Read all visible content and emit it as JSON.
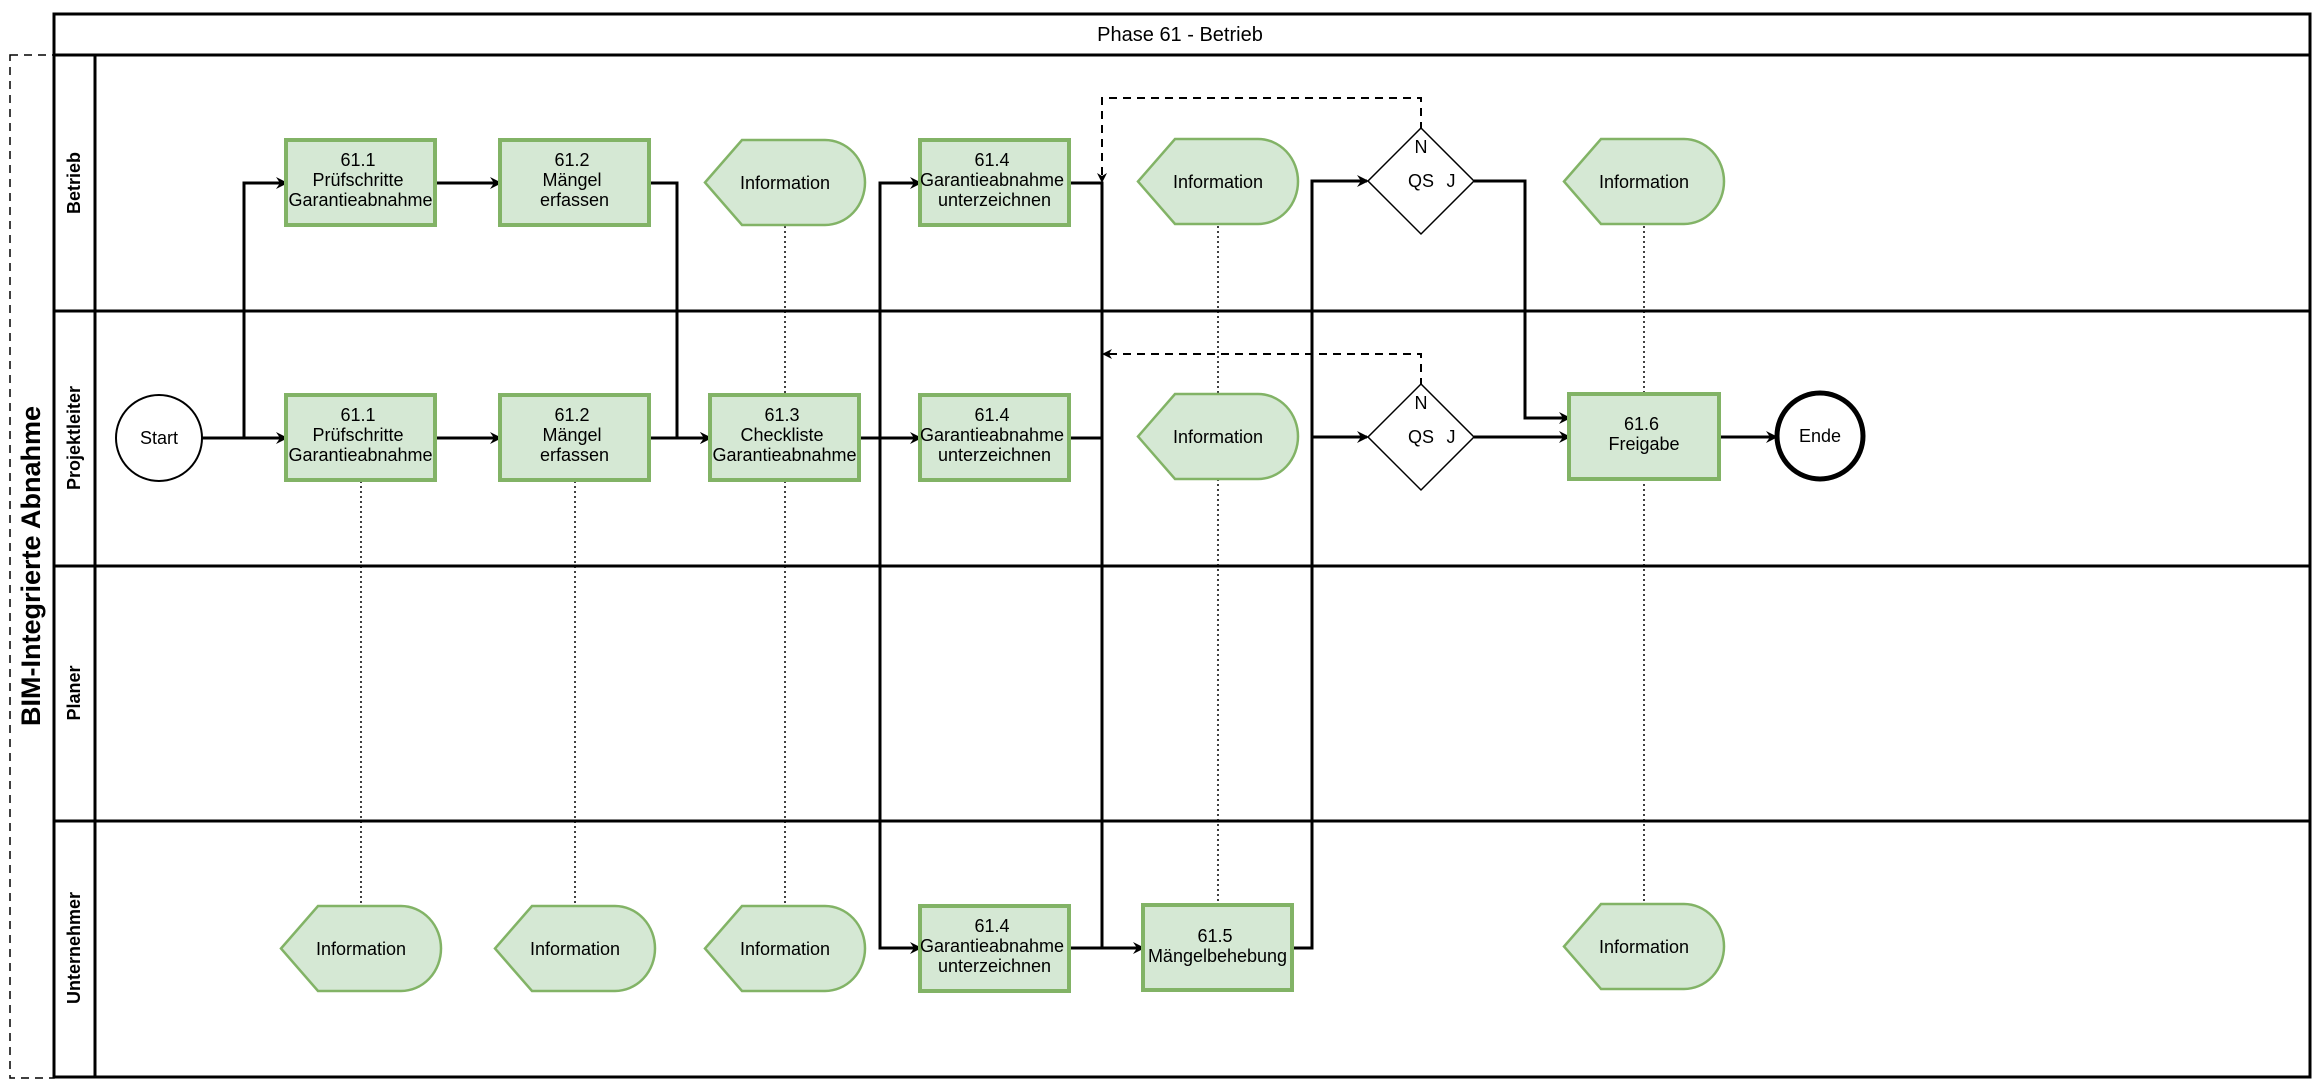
{
  "pool": {
    "label": "BIM-Integrierte Abnahme"
  },
  "phase": {
    "title": "Phase 61 - Betrieb"
  },
  "lanes": [
    {
      "id": "betrieb",
      "label": "Betrieb"
    },
    {
      "id": "projektleiter",
      "label": "Projektleiter"
    },
    {
      "id": "planer",
      "label": "Planer"
    },
    {
      "id": "unternehmer",
      "label": "Unternehmer"
    }
  ],
  "events": {
    "start": "Start",
    "end": "Ende"
  },
  "tasks": {
    "b_61_1": [
      "61.1",
      "Prüfschritte",
      "Garantieabnahme"
    ],
    "b_61_2": [
      "61.2",
      "Mängel",
      "erfassen"
    ],
    "b_61_4": [
      "61.4",
      "Garantieabnahme",
      "unterzeichnen"
    ],
    "p_61_1": [
      "61.1",
      "Prüfschritte",
      "Garantieabnahme"
    ],
    "p_61_2": [
      "61.2",
      "Mängel",
      "erfassen"
    ],
    "p_61_3": [
      "61.3",
      "Checkliste",
      "Garantieabnahme"
    ],
    "p_61_4": [
      "61.4",
      "Garantieabnahme",
      "unterzeichnen"
    ],
    "p_61_6": [
      "61.6",
      "Freigabe"
    ],
    "u_61_4": [
      "61.4",
      "Garantieabnahme",
      "unterzeichnen"
    ],
    "u_61_5": [
      "61.5",
      "Mängelbehebung"
    ]
  },
  "info_label": "Information",
  "gateway": {
    "label": "QS",
    "no": "N",
    "yes": "J"
  },
  "colors": {
    "task_fill": "#d5e8d4",
    "task_stroke": "#82b366",
    "line": "#000000",
    "background": "#ffffff"
  }
}
